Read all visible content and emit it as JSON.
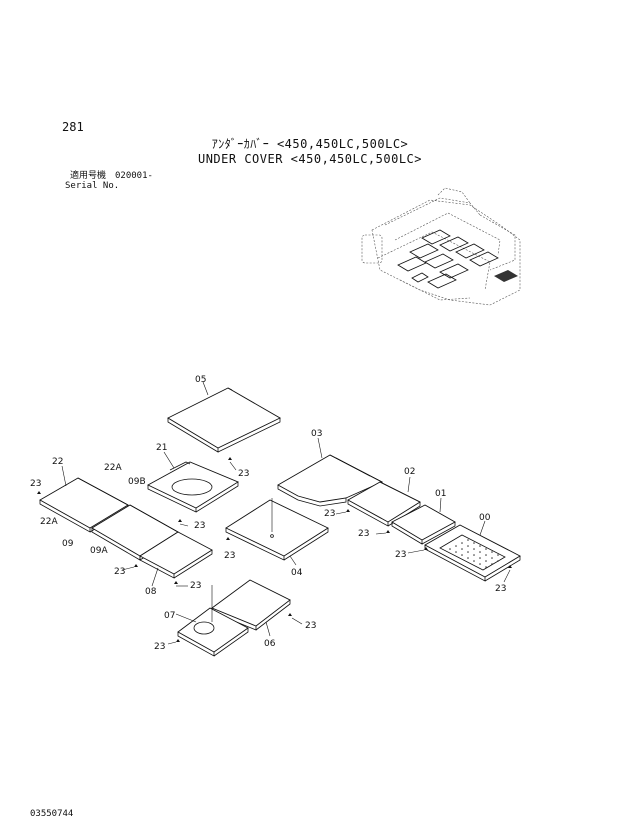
{
  "header": {
    "page_number": "281",
    "title_jp": "ｱﾝﾀﾞｰｶﾊﾞｰ <450,450LC,500LC>",
    "title_en": "UNDER COVER <450,450LC,500LC>",
    "serial_jp": "適用号機　020001-",
    "serial_en": "Serial No."
  },
  "callouts": {
    "c00": "00",
    "c01": "01",
    "c02": "02",
    "c03": "03",
    "c04": "04",
    "c05": "05",
    "c06": "06",
    "c07": "07",
    "c08": "08",
    "c09": "09",
    "c09A": "09A",
    "c09B": "09B",
    "c21": "21",
    "c22": "22",
    "c22A_top": "22A",
    "c22A_bottom": "22A",
    "c23": "23"
  },
  "footer": {
    "code": "03550744"
  }
}
